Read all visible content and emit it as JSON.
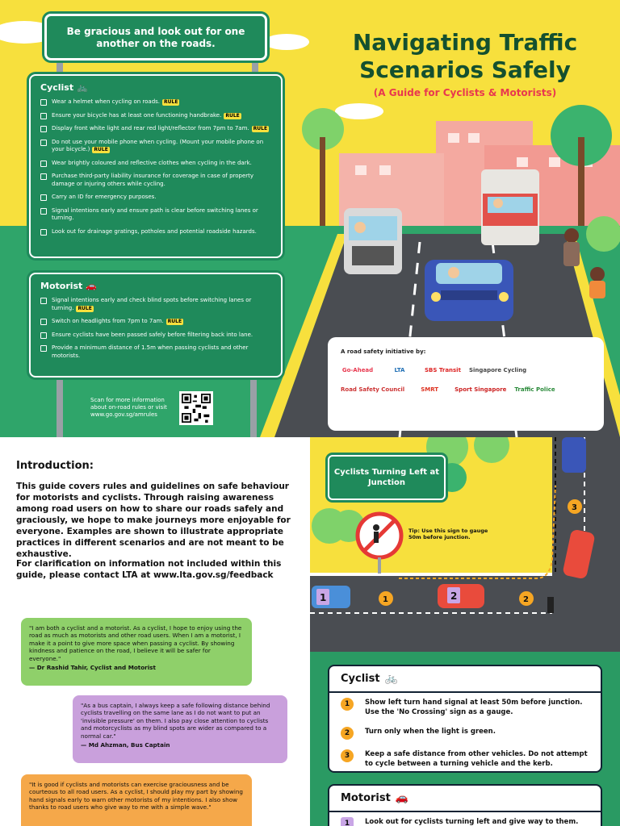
{
  "top": {
    "sign_title": "Be gracious and look out for one another on the roads.",
    "title_line1": "Navigating Traffic",
    "title_line2": "Scenarios Safely",
    "subtitle": "(A Guide for Cyclists & Motorists)",
    "cyclist_heading": "Cyclist",
    "cyclist_items": [
      {
        "text": "Wear a helmet when cycling on roads.",
        "rule": "RULE"
      },
      {
        "text": "Ensure your bicycle has at least one functioning handbrake.",
        "rule": "RULE"
      },
      {
        "text": "Display front white light and rear red light/reflector from 7pm to 7am.",
        "rule": "RULE"
      },
      {
        "text": "Do not use your mobile phone when cycling. (Mount your mobile phone on your bicycle.)",
        "rule": "RULE"
      },
      {
        "text": "Wear brightly coloured and reflective clothes when cycling in the dark.",
        "rule": ""
      },
      {
        "text": "Purchase third-party liability insurance for coverage in case of property damage or injuring others while cycling.",
        "rule": ""
      },
      {
        "text": "Carry an ID for emergency purposes.",
        "rule": ""
      },
      {
        "text": "Signal intentions early and ensure path is clear before switching lanes or turning.",
        "rule": ""
      },
      {
        "text": "Look out for drainage gratings, potholes and potential roadside hazards.",
        "rule": ""
      }
    ],
    "motorist_heading": "Motorist",
    "motorist_items": [
      {
        "text": "Signal intentions early and check blind spots before switching lanes or turning.",
        "rule": "RULE"
      },
      {
        "text": "Switch on headlights from 7pm to 7am.",
        "rule": "RULE"
      },
      {
        "text": "Ensure cyclists have been passed safely before filtering back into lane.",
        "rule": ""
      },
      {
        "text": "Provide a minimum distance of 1.5m when passing cyclists and other motorists.",
        "rule": ""
      }
    ],
    "qr_text": "Scan for more information about on-road rules or visit www.go.gov.sg/amrules",
    "partners_label": "A road safety initiative by:",
    "partners": [
      "Go-Ahead",
      "LTA",
      "SBS Transit",
      "Singapore Cycling",
      "Road Safety Council",
      "SMRT",
      "Sport Singapore",
      "Traffic Police"
    ]
  },
  "intro": {
    "heading": "Introduction:",
    "para1": "This guide covers rules and guidelines on safe behaviour for motorists and cyclists. Through raising awareness among road users on how to share our roads safely and graciously, we hope to make journeys more enjoyable for everyone. Examples are shown to illustrate appropriate practices in different scenarios and are not meant to be exhaustive.",
    "para2_prefix": "For clarification on information not included within this guide, please contact LTA at ",
    "para2_link": "www.lta.gov.sg/feedback"
  },
  "quotes": [
    {
      "text": "\"I am both a cyclist and a motorist. As a cyclist, I hope to enjoy using the road as much as motorists and other road users. When I am a motorist, I make it a point to give more space when passing a cyclist. By showing kindness and patience on the road, I believe it will be safer for everyone.\"",
      "who": "— Dr Rashid Tahir, Cyclist and Motorist",
      "color": "#8fd06a"
    },
    {
      "text": "\"As a bus captain, I always keep a safe following distance behind cyclists travelling on the same lane as I do not want to put an 'invisible pressure' on them. I also pay close attention to cyclists and motorcyclists as my blind spots are wider as compared to a normal car.\"",
      "who": "— Md Ahzman, Bus Captain",
      "color": "#c9a0dc"
    },
    {
      "text": "\"It is good if cyclists and motorists can exercise graciousness and be courteous to all road users. As a cyclist, I should play my part by showing hand signals early to warn other motorists of my intentions. I also show thanks to road users who give way to me with a simple wave.\"",
      "who": "",
      "color": "#f5a84a"
    }
  ],
  "scenario": {
    "sign": "Cyclists Turning Left at Junction",
    "tip": "Tip: Use this sign to gauge 50m before junction.",
    "cyclist_heading": "Cyclist",
    "cyclist_steps": [
      {
        "n": "1",
        "text": "Show left turn hand signal at least 50m before junction. Use the 'No Crossing' sign as a gauge."
      },
      {
        "n": "2",
        "text": "Turn only when the light is green."
      },
      {
        "n": "3",
        "text": "Keep a safe distance from other vehicles. Do not attempt to cycle between a turning vehicle and the kerb."
      }
    ],
    "motorist_heading": "Motorist",
    "motorist_steps": [
      {
        "n": "1",
        "text": "Look out for cyclists turning left and give way to them."
      }
    ]
  }
}
